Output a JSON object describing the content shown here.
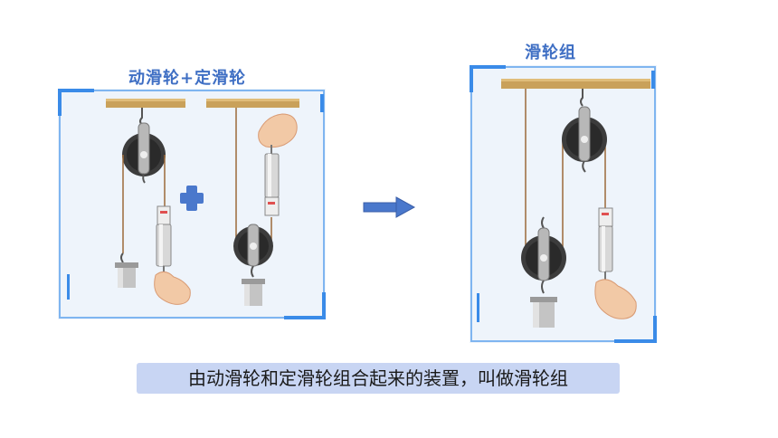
{
  "labels": {
    "left_title": "动滑轮+定滑轮",
    "right_title": "滑轮组",
    "caption": "由动滑轮和定滑轮组合起来的装置，叫做滑轮组"
  },
  "colors": {
    "title": "#3f6fc4",
    "frame_accent": "#3a8be8",
    "panel_bg": "#eef4fb",
    "beam": "#c9a15a",
    "rope": "#9c6a3a",
    "plus": "#4a78cc",
    "arrow": "#4a78cc",
    "caption_bg": "#c8d5f3"
  },
  "icons": {
    "plus": "plus-icon",
    "arrow": "right-arrow-icon",
    "hand": "hand-icon",
    "pulley": "pulley-icon",
    "weight": "weight-icon",
    "spring_scale": "spring-scale-icon"
  }
}
